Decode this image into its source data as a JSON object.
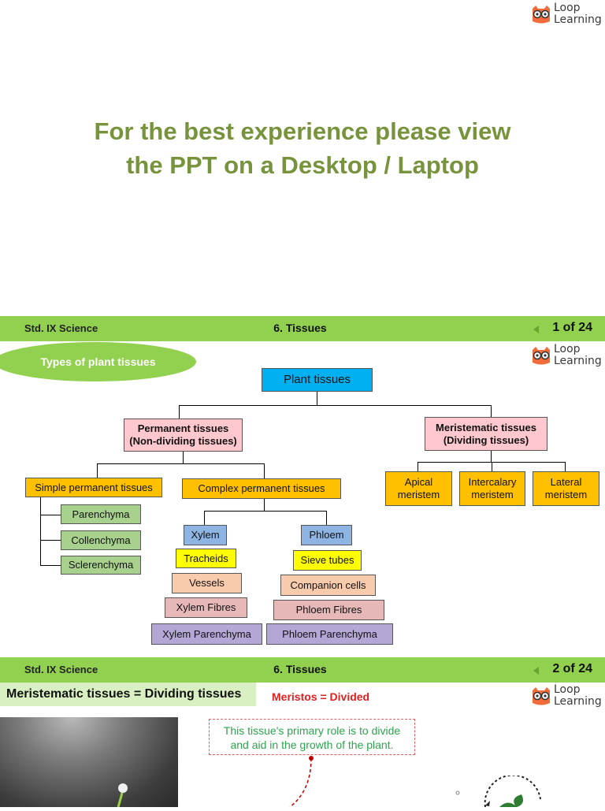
{
  "logo": {
    "line1": "Loop",
    "line2": "Learning"
  },
  "intro": {
    "line1": "For the best experience please view",
    "line2": "the PPT on a Desktop / Laptop"
  },
  "slide1": {
    "bar": {
      "subject": "Std. IX Science",
      "chapter": "6. Tissues",
      "page": "1 of 24"
    },
    "title": "Types of plant tissues",
    "chart": {
      "root": "Plant tissues",
      "permanent": {
        "line1": "Permanent tissues",
        "line2": "(Non-dividing tissues)"
      },
      "meristematic": {
        "line1": "Meristematic tissues",
        "line2": "(Dividing tissues)"
      },
      "simple": "Simple permanent tissues",
      "complex": "Complex permanent tissues",
      "simple_items": [
        "Parenchyma",
        "Collenchyma",
        "Sclerenchyma"
      ],
      "xylem": "Xylem",
      "phloem": "Phloem",
      "xylem_items": [
        "Tracheids",
        "Vessels",
        "Xylem Fibres",
        "Xylem Parenchyma"
      ],
      "phloem_items": [
        "Sieve tubes",
        "Companion cells",
        "Phloem Fibres",
        "Phloem Parenchyma"
      ],
      "meristem_items": [
        {
          "line1": "Apical",
          "line2": "meristem"
        },
        {
          "line1": "Intercalary",
          "line2": "meristem"
        },
        {
          "line1": "Lateral",
          "line2": "meristem"
        }
      ]
    }
  },
  "slide2": {
    "bar": {
      "subject": "Std. IX Science",
      "chapter": "6. Tissues",
      "page": "2 of 24"
    },
    "heading": "Meristematic tissues = Dividing tissues",
    "meristos": "Meristos = Divided",
    "callout": {
      "line1": "This tissue's primary role is to divide",
      "line2": "and aid in the growth of the plant."
    }
  },
  "colors": {
    "accent_green": "#92d050",
    "title_green": "#77933c",
    "red": "#e02020"
  }
}
